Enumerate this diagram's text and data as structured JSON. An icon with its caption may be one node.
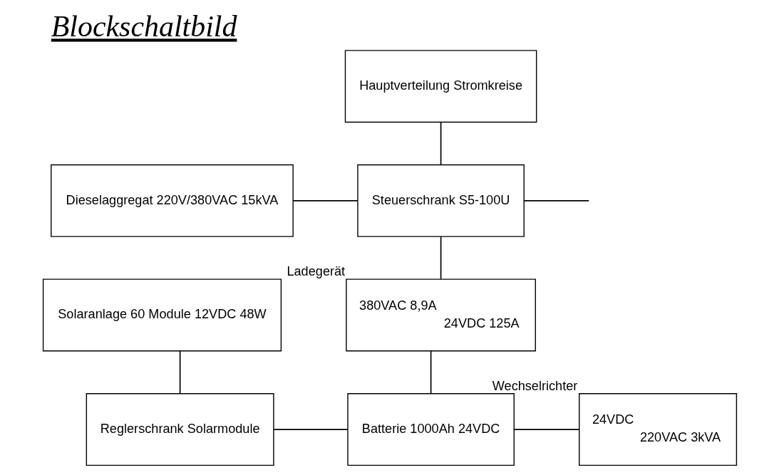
{
  "diagram": {
    "title": "Blockschaltbild",
    "nodes": [
      {
        "text": [
          "Hauptverteilung Stromkreise"
        ]
      },
      {
        "text": [
          "Dieselaggregat 220V/380VAC 15kVA"
        ]
      },
      {
        "text": [
          "Steuerschrank S5-100U"
        ]
      },
      {
        "text": [
          "380VAC 8,9A",
          "24VDC 125A"
        ],
        "beside": [
          "Ladegerät"
        ]
      },
      {
        "text": [
          "Solaranlage 60 Module 12VDC 48W"
        ]
      },
      {
        "text": [
          "Reglerschrank Solarmodule"
        ]
      },
      {
        "text": [
          "Batterie 1000Ah 24VDC"
        ]
      },
      {
        "text": [
          "24VDC",
          "220VAC 3kVA"
        ],
        "beside": [
          "Wechselrichter"
        ]
      }
    ],
    "edges": [
      {
        "from": 0,
        "to": 2,
        "arrow": "none"
      },
      {
        "from": 1,
        "to": 2,
        "arrow": "none"
      },
      {
        "from": 2,
        "to": null,
        "arrow": "none"
      },
      {
        "from": 2,
        "to": 3,
        "arrow": "none"
      },
      {
        "from": 4,
        "to": 5,
        "arrow": "none"
      },
      {
        "from": 5,
        "to": 6,
        "arrow": "none"
      },
      {
        "from": 3,
        "to": 6,
        "arrow": "none"
      },
      {
        "from": 6,
        "to": 7,
        "arrow": "none"
      }
    ]
  }
}
